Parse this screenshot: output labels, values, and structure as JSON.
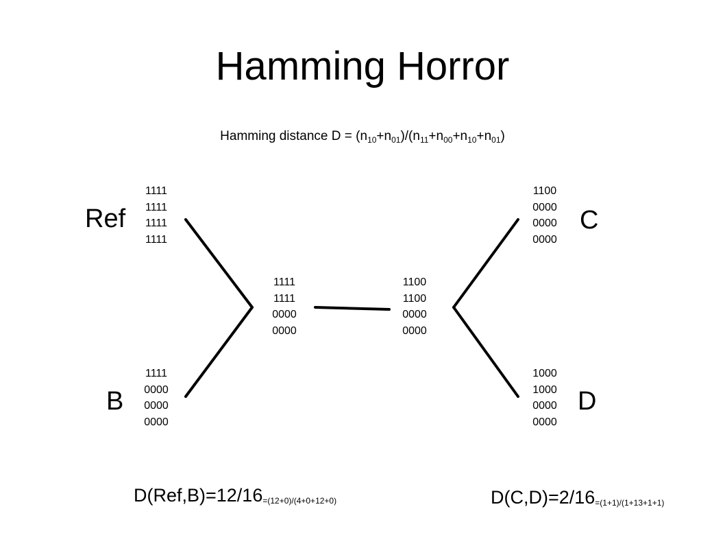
{
  "title": "Hamming Horror",
  "formula": {
    "lead": "Hamming distance D = (n",
    "s1": "10",
    "p1": "+n",
    "s2": "01",
    "p2": ")/(n",
    "s3": "11",
    "p3": "+n",
    "s4": "00",
    "p4": "+n",
    "s5": "10",
    "p5": "+n",
    "s6": "01",
    "p6": ")"
  },
  "nodes": {
    "ref": {
      "label": "Ref",
      "rows": [
        "1111",
        "1111",
        "1111",
        "1111"
      ]
    },
    "b": {
      "label": "B",
      "rows": [
        "1111",
        "0000",
        "0000",
        "0000"
      ]
    },
    "c": {
      "label": "C",
      "rows": [
        "1100",
        "0000",
        "0000",
        "0000"
      ]
    },
    "d": {
      "label": "D",
      "rows": [
        "1000",
        "1000",
        "0000",
        "0000"
      ]
    },
    "left_internal": {
      "rows": [
        "1111",
        "1111",
        "0000",
        "0000"
      ]
    },
    "right_internal": {
      "rows": [
        "1100",
        "1100",
        "0000",
        "0000"
      ]
    }
  },
  "distances": {
    "ref_b": {
      "main": "D(Ref,B)=12/16",
      "sub": "=(12+0)/(4+0+12+0)"
    },
    "c_d": {
      "main": "D(C,D)=2/16",
      "sub": "=(1+1)/(1+13+1+1)"
    }
  }
}
